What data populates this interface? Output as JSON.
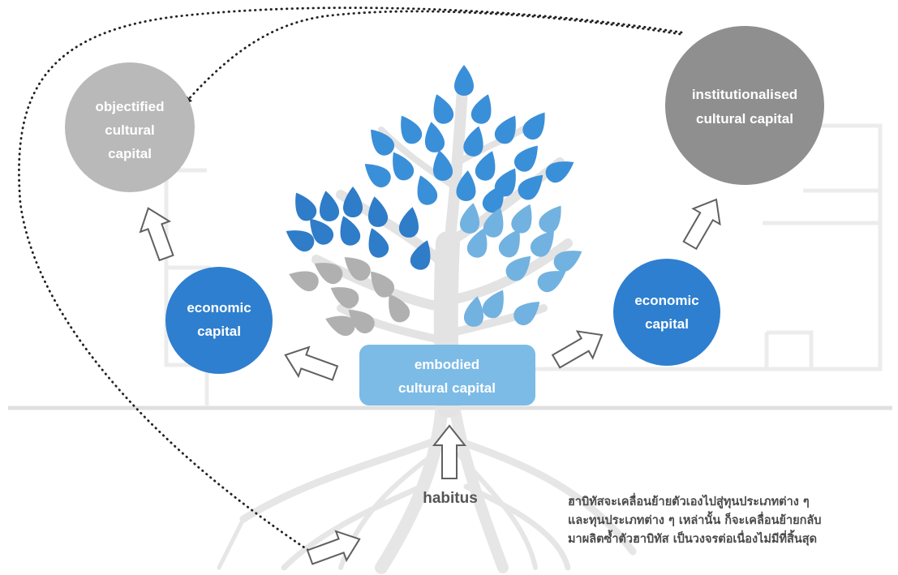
{
  "nodes": {
    "objectified": {
      "lines": [
        "objectified",
        "cultural",
        "capital"
      ],
      "color": "#b9b9b9"
    },
    "institutionalised": {
      "lines": [
        "institutionalised",
        "cultural capital"
      ],
      "color": "#8f8f8f"
    },
    "economic_left": {
      "lines": [
        "economic",
        "capital"
      ],
      "color": "#2e7fcf"
    },
    "economic_right": {
      "lines": [
        "economic",
        "capital"
      ],
      "color": "#2e7fcf"
    },
    "embodied": {
      "lines": [
        "embodied",
        "cultural capital"
      ],
      "color": "#7cbbe6"
    }
  },
  "habitus_label": "habitus",
  "caption": {
    "lines": [
      "ฮาบิทัสจะเคลื่อนย้ายตัวเองไปสู่ทุนประเภทต่าง ๆ",
      "และทุนประเภทต่าง ๆ เหล่านั้น ก็จะเคลื่อนย้ายกลับ",
      "มาผลิตซ้ำตัวฮาบิทัส เป็นวงจรต่อเนื่องไม่มีที่สิ้นสุด"
    ]
  },
  "colors": {
    "tree": "#e3e3e3",
    "leaf_blue_top": "#3a8fd9",
    "leaf_blue_dark": "#2f7cc8",
    "leaf_light": "#72b2e0",
    "leaf_gray": "#b0b0b0",
    "arrow_stroke": "#606060",
    "dotted": "#222222"
  }
}
